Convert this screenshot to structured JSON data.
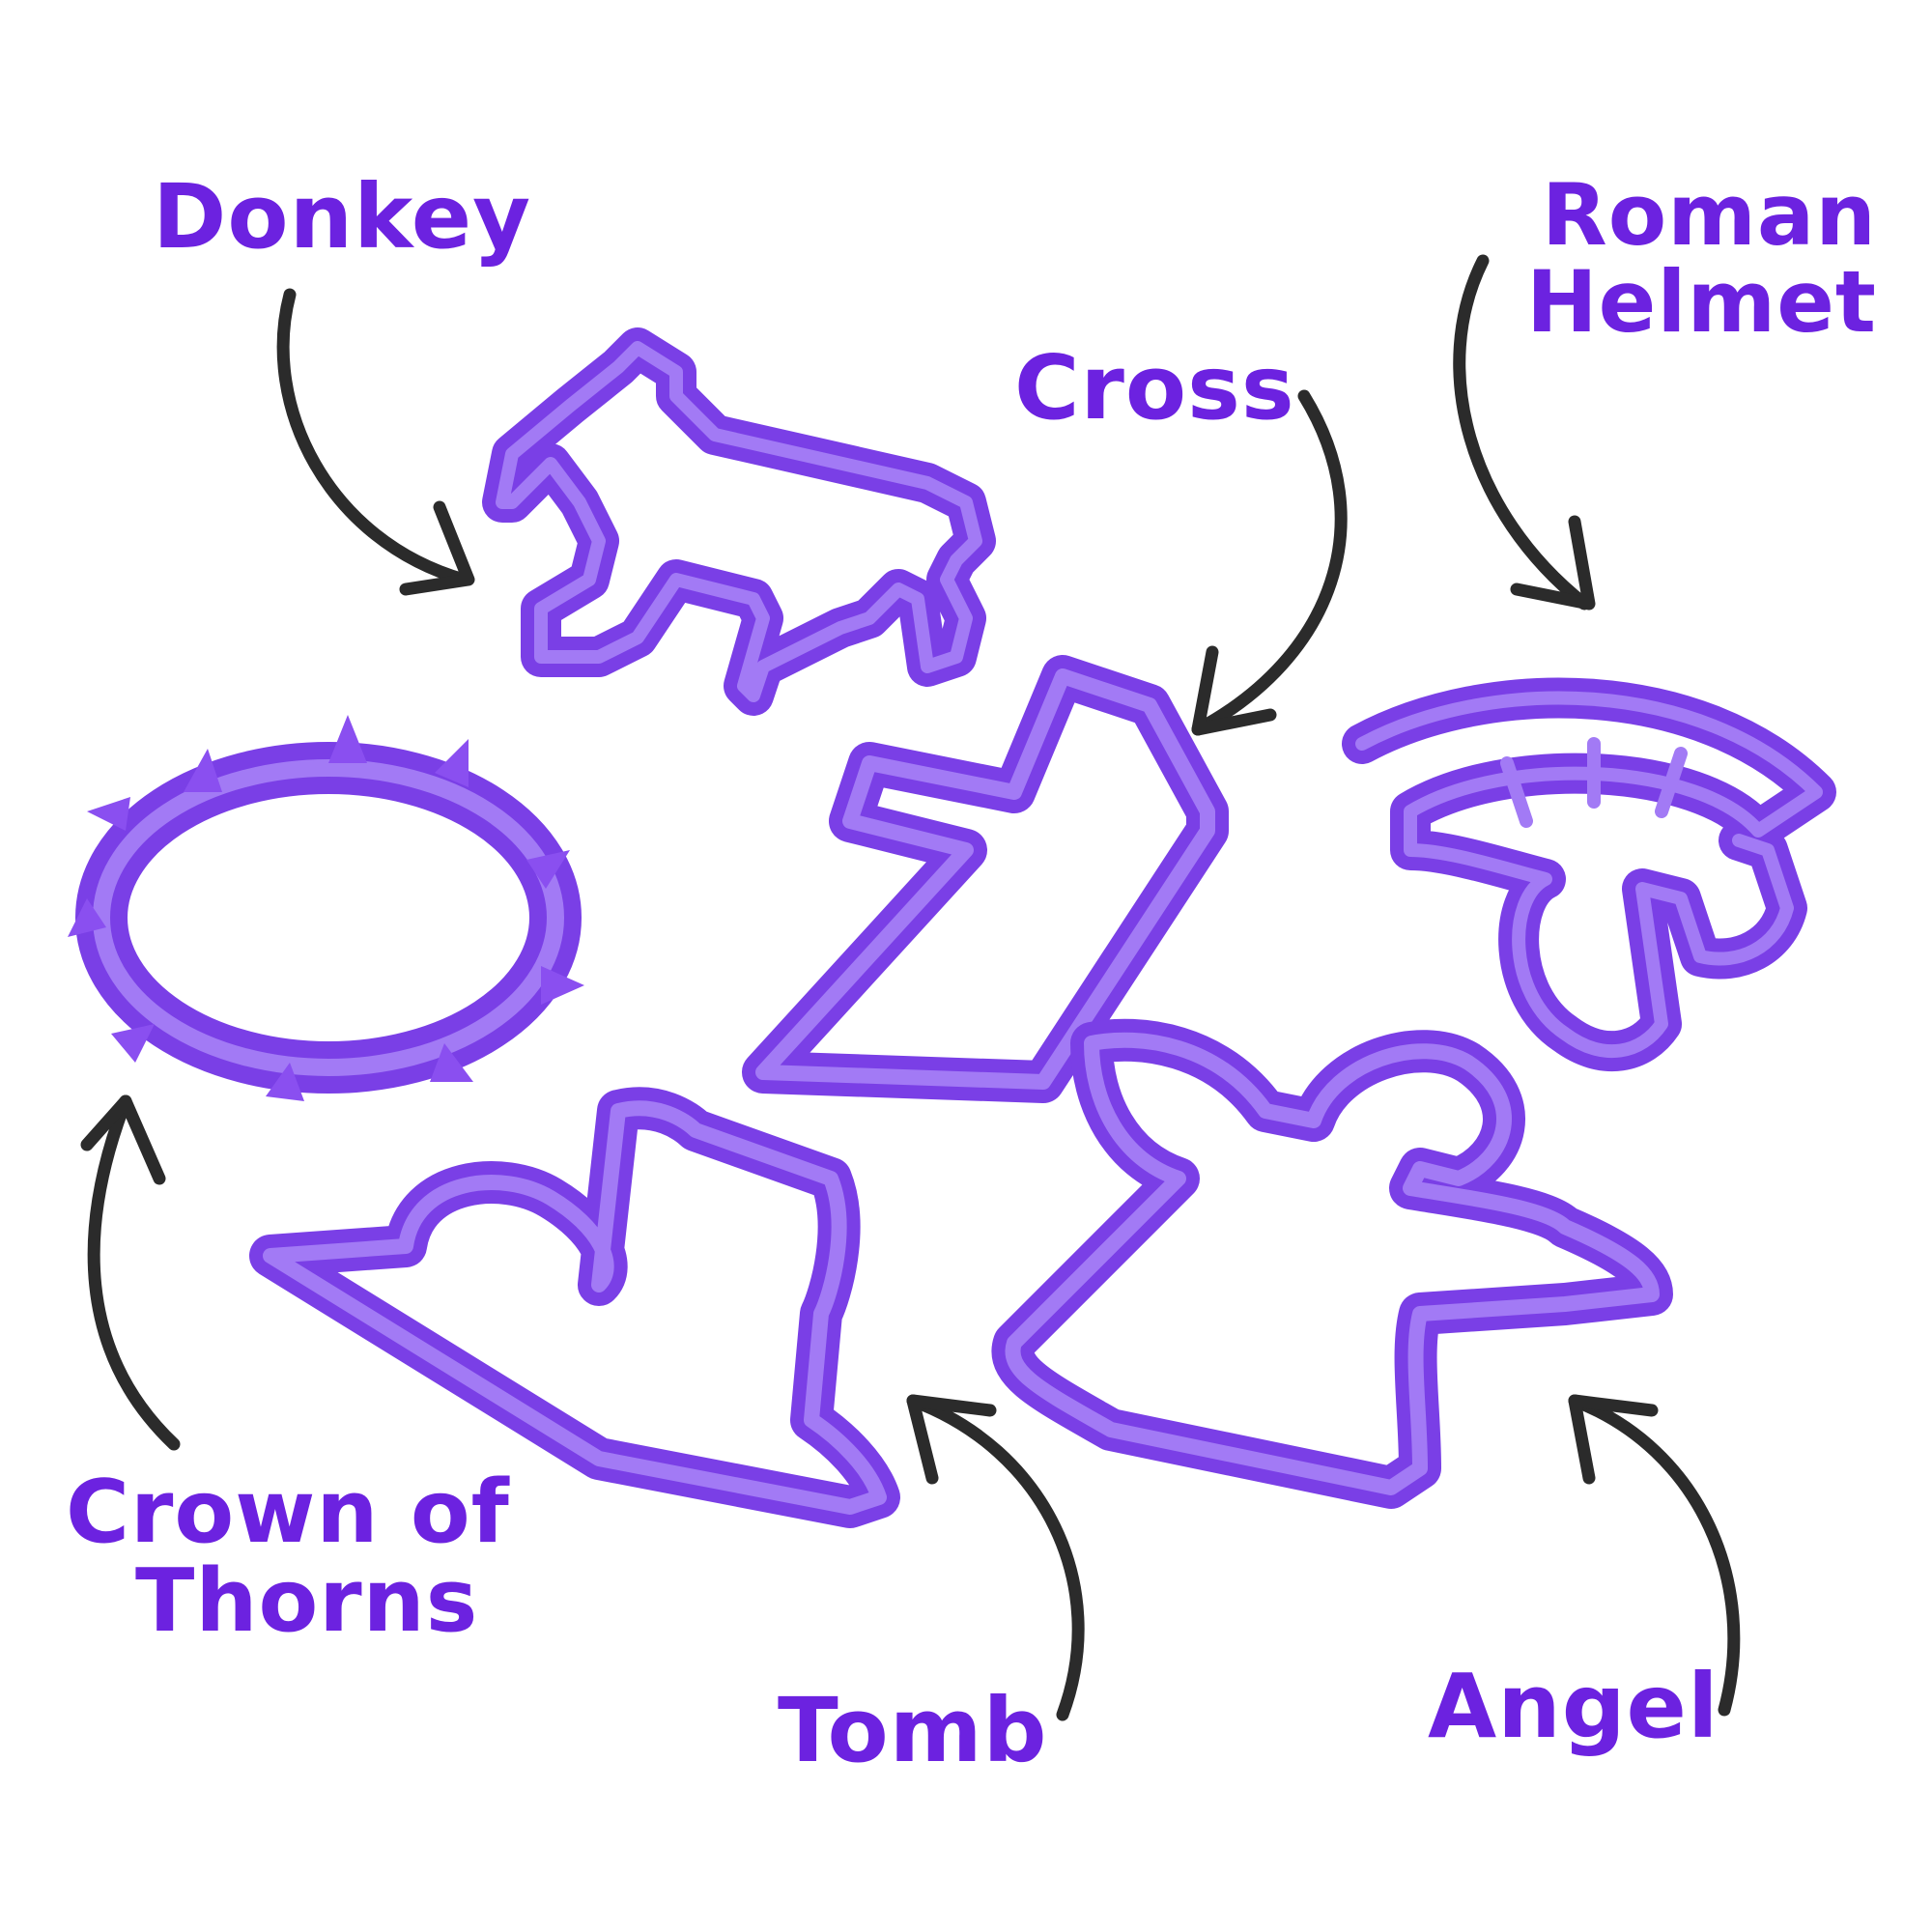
{
  "labels": {
    "donkey": "Donkey",
    "cross": "Cross",
    "roman_helmet_line1": "Roman",
    "roman_helmet_line2": "Helmet",
    "crown_line1": "Crown of",
    "crown_line2": "Thorns",
    "tomb": "Tomb",
    "angel": "Angel"
  },
  "colors": {
    "label": "#6c22e0",
    "cutter_light": "#a27af5",
    "cutter_dark": "#7a3fe6",
    "arrow": "#2b2b2b"
  }
}
